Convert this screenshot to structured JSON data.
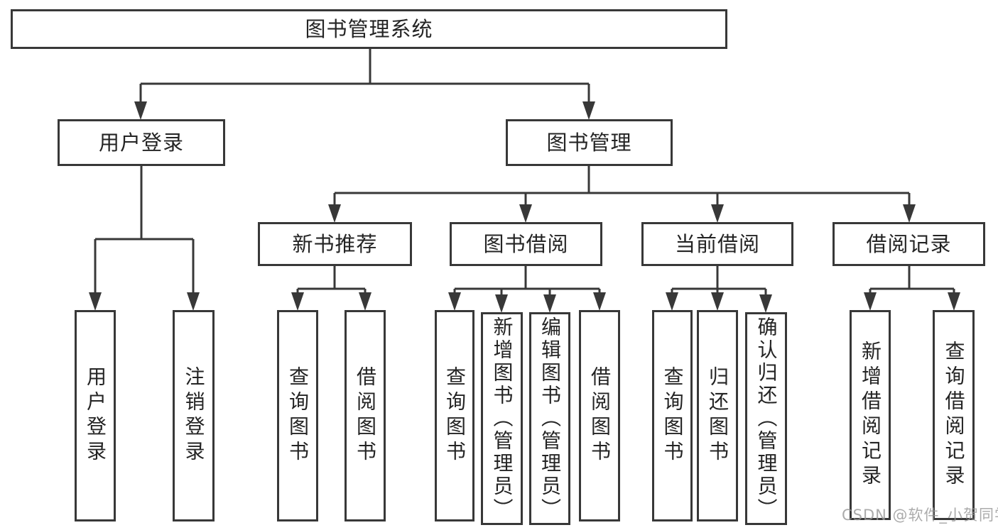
{
  "tree": {
    "root": {
      "label": "图书管理系统"
    },
    "level2": [
      {
        "label": "用户登录",
        "children": [
          {
            "label": "用户登录"
          },
          {
            "label": "注销登录"
          }
        ]
      },
      {
        "label": "图书管理",
        "children": [
          {
            "label": "新书推荐",
            "children": [
              {
                "label": "查询图书"
              },
              {
                "label": "借阅图书"
              }
            ]
          },
          {
            "label": "图书借阅",
            "children": [
              {
                "label": "查询图书"
              },
              {
                "label": "新增图书（管理员）"
              },
              {
                "label": "编辑图书（管理员）"
              },
              {
                "label": "借阅图书"
              }
            ]
          },
          {
            "label": "当前借阅",
            "children": [
              {
                "label": "查询图书"
              },
              {
                "label": "归还图书"
              },
              {
                "label": "确认归还（管理员）"
              }
            ]
          },
          {
            "label": "借阅记录",
            "children": [
              {
                "label": "新增借阅记录"
              },
              {
                "label": "查询借阅记录"
              }
            ]
          }
        ]
      }
    ]
  },
  "watermark": {
    "text": "CSDN @软件_小贺同学"
  },
  "colors": {
    "line": "#383838",
    "text": "#242424",
    "background": "#ffffff",
    "watermark": "#969696"
  }
}
